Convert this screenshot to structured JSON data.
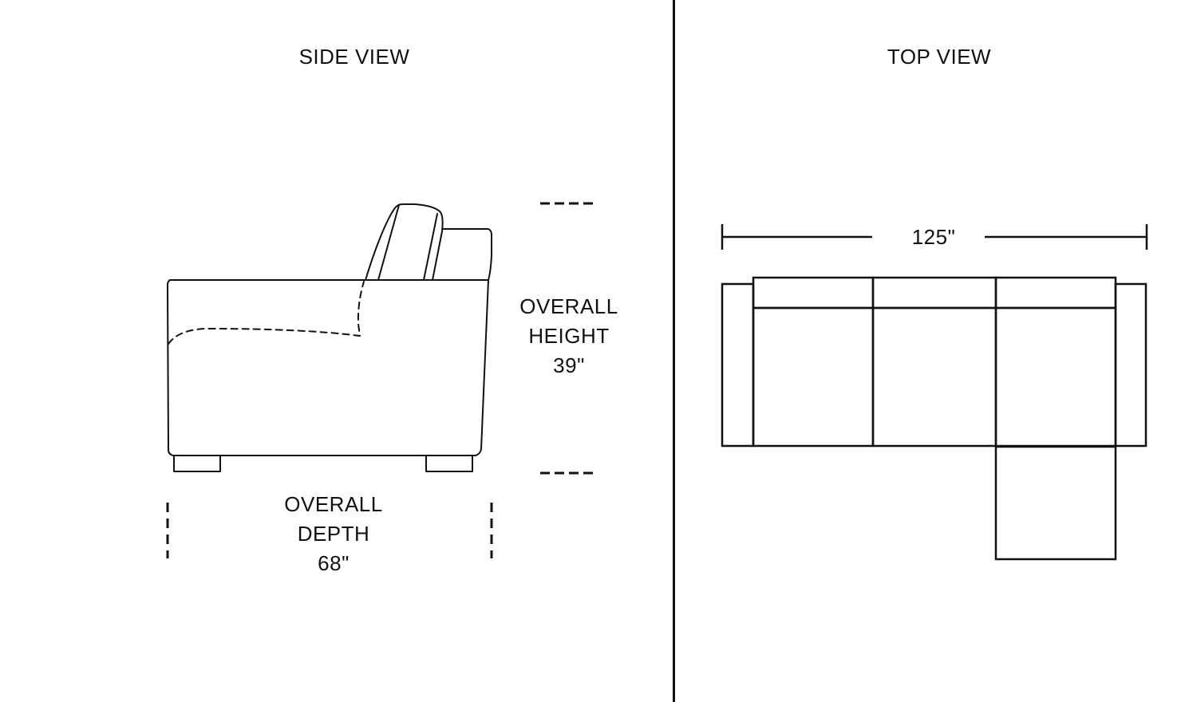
{
  "side_view": {
    "title": "SIDE VIEW",
    "height_label": {
      "line1": "OVERALL",
      "line2": "HEIGHT",
      "value": "39\""
    },
    "depth_label": {
      "line1": "OVERALL",
      "line2": "DEPTH",
      "value": "68\""
    }
  },
  "top_view": {
    "title": "TOP VIEW",
    "width_label": "125\"",
    "seat_sections": 3,
    "has_chaise": true
  },
  "colors": {
    "line": "#111111",
    "background": "#ffffff"
  }
}
